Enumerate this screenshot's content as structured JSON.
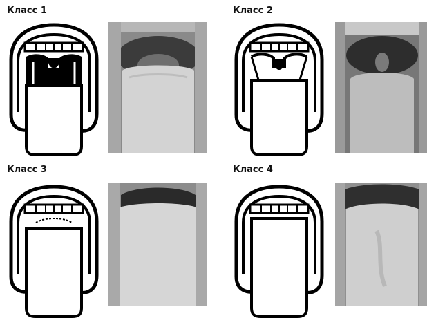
{
  "panels": [
    {
      "label": "Класс 1"
    },
    {
      "label": "Класс 2"
    },
    {
      "label": "Класс 3"
    },
    {
      "label": "Класс 4"
    }
  ]
}
